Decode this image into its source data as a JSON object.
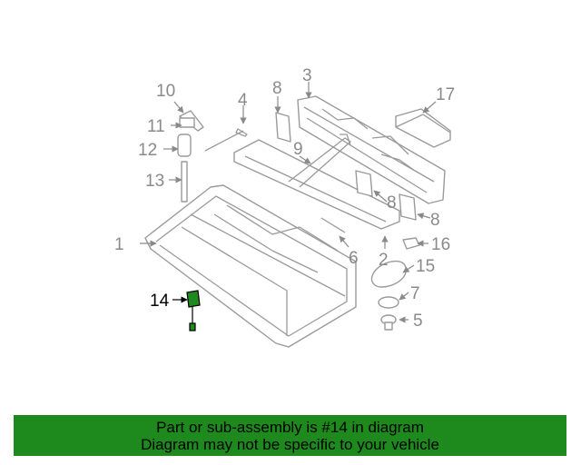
{
  "diagram": {
    "highlight_color": "#1e8a1e",
    "callouts": [
      "1",
      "2",
      "3",
      "4",
      "5",
      "6",
      "7",
      "8",
      "8",
      "8",
      "9",
      "10",
      "11",
      "12",
      "13",
      "14",
      "15",
      "16",
      "17"
    ],
    "active_callout": "14"
  },
  "banner": {
    "line1": "Part or sub-assembly is #14 in diagram",
    "line2": "Diagram may not be specific to your vehicle",
    "color": "#1e8a1e"
  }
}
